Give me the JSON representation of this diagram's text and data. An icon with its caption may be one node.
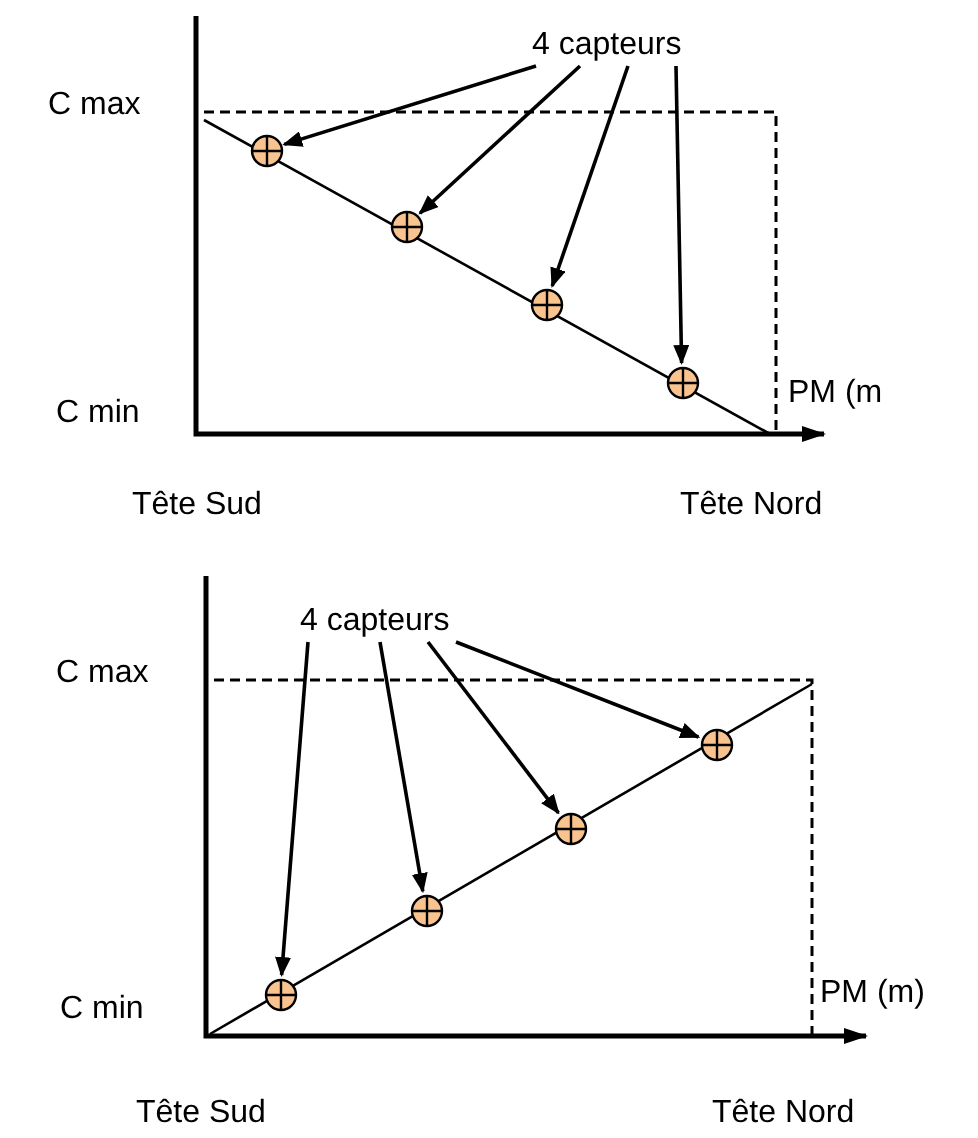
{
  "diagram": {
    "nodes": [
      {
        "text": [
          "4 capteurs"
        ]
      },
      {
        "text": [],
        "shape": "circle"
      },
      {
        "text": [],
        "shape": "circle"
      },
      {
        "text": [],
        "shape": "circle"
      },
      {
        "text": [],
        "shape": "circle"
      },
      {
        "text": [
          "4 capteurs"
        ]
      },
      {
        "text": [],
        "shape": "circle"
      },
      {
        "text": [],
        "shape": "circle"
      },
      {
        "text": [],
        "shape": "circle"
      },
      {
        "text": [],
        "shape": "circle"
      }
    ],
    "edges": [
      {
        "from": 0,
        "to": 1,
        "arrow": "to"
      },
      {
        "from": 0,
        "to": 2,
        "arrow": "to"
      },
      {
        "from": 0,
        "to": 3,
        "arrow": "to"
      },
      {
        "from": 0,
        "to": 4,
        "arrow": "to"
      },
      {
        "from": 5,
        "to": 6,
        "arrow": "to"
      },
      {
        "from": 5,
        "to": 7,
        "arrow": "to"
      },
      {
        "from": 5,
        "to": 8,
        "arrow": "to"
      },
      {
        "from": 5,
        "to": 9,
        "arrow": "to"
      }
    ],
    "labels": [
      "C max",
      "C min",
      "PM (m",
      "Tête Sud",
      "Tête Nord",
      "C max",
      "C min",
      "PM (m)",
      "Tête Sud",
      "Tête Nord"
    ]
  }
}
